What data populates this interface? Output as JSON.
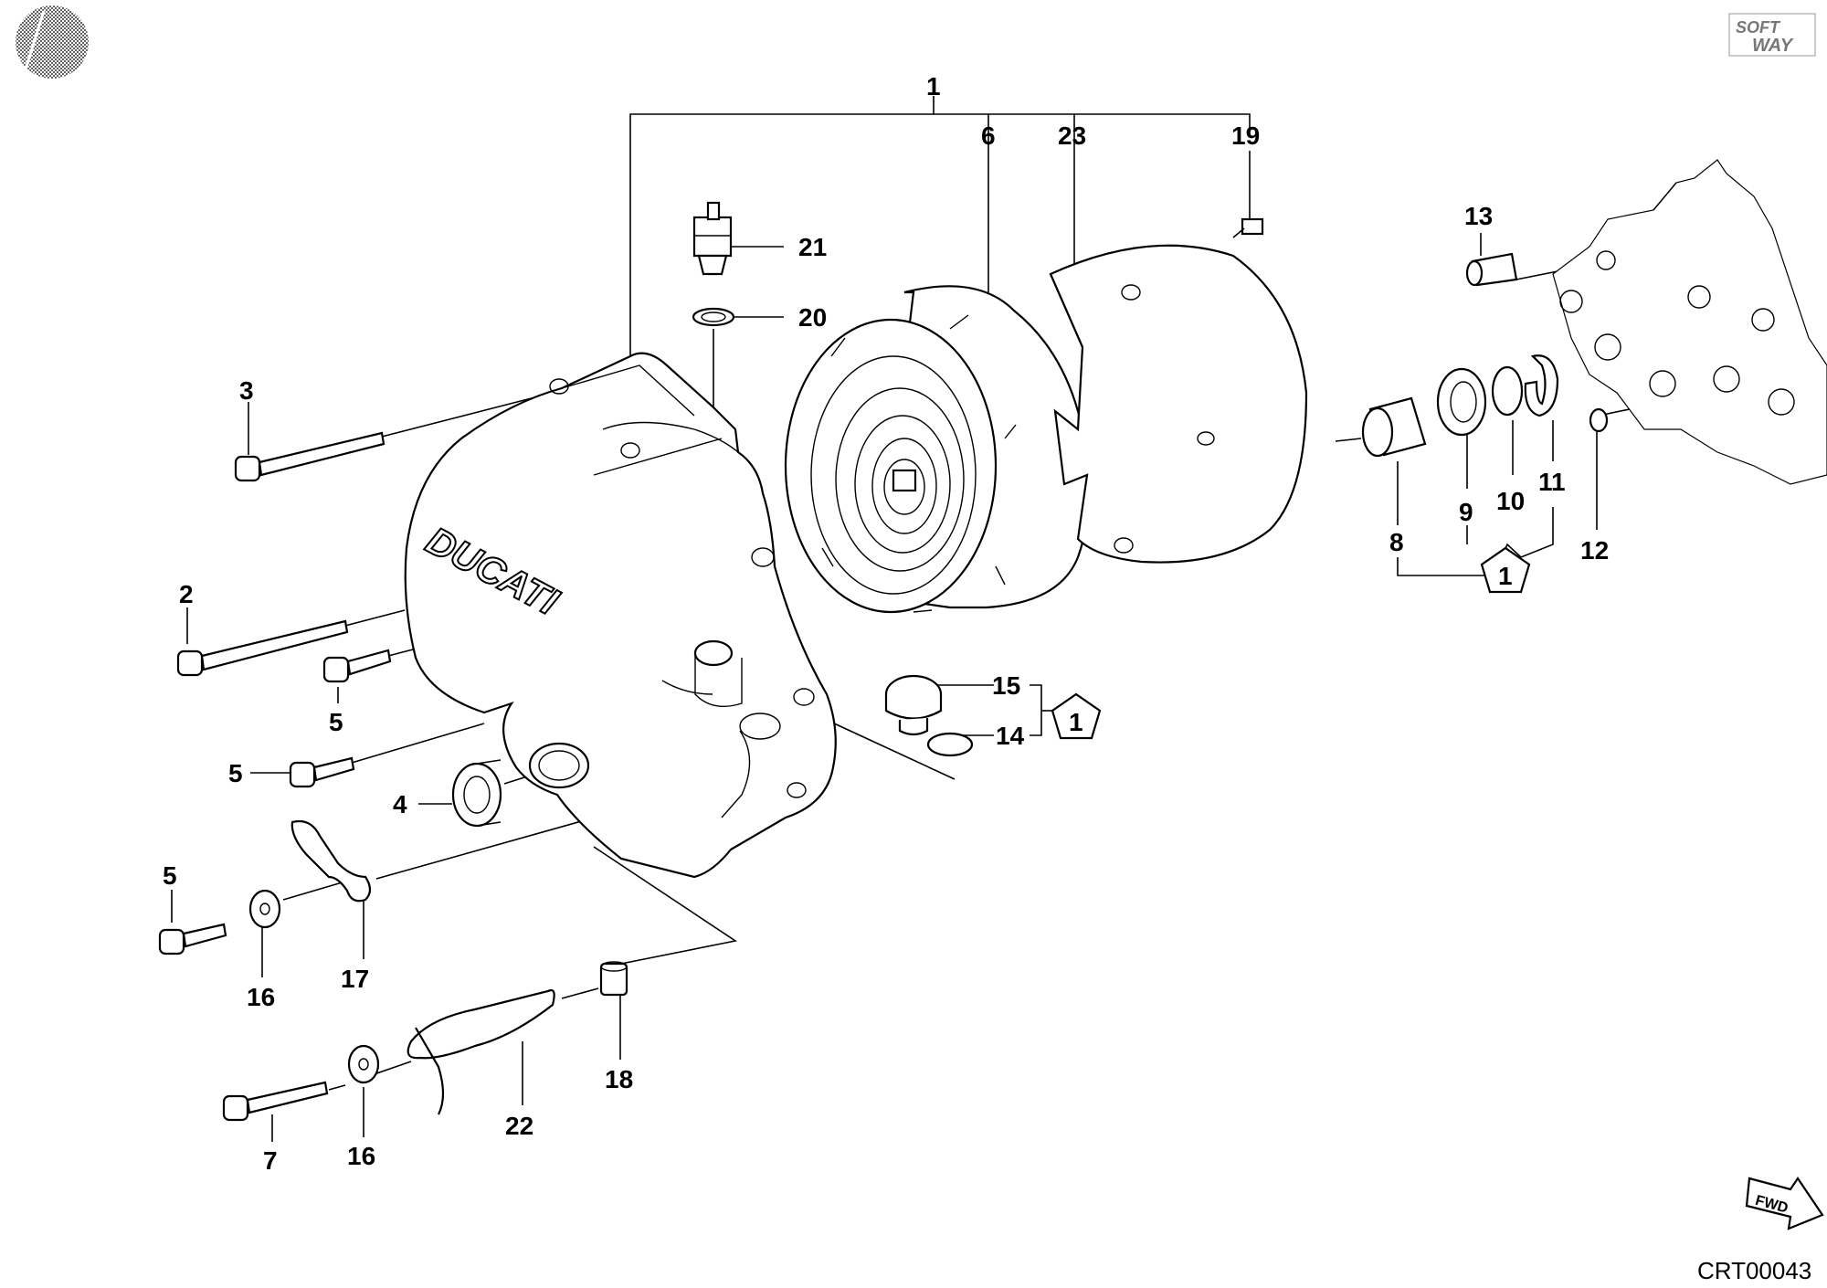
{
  "logo": {
    "brand_text": [
      "SOFT",
      "WAY"
    ]
  },
  "cover_brand_text": "DUCATI",
  "direction_badge": "FWD",
  "drawing_code": "CRT00043",
  "callouts": {
    "c1": "1",
    "c2": "2",
    "c3": "3",
    "c4": "4",
    "c5a": "5",
    "c5b": "5",
    "c5c": "5",
    "c6": "6",
    "c7": "7",
    "c8": "8",
    "c9": "9",
    "c10": "10",
    "c11": "11",
    "c12": "12",
    "c13": "13",
    "c14": "14",
    "c15": "15",
    "c16a": "16",
    "c16b": "16",
    "c17": "17",
    "c18": "18",
    "c19": "19",
    "c20": "20",
    "c21": "21",
    "c22": "22",
    "c23": "23"
  },
  "kit_badges": {
    "kit_a": "1",
    "kit_b": "1"
  }
}
